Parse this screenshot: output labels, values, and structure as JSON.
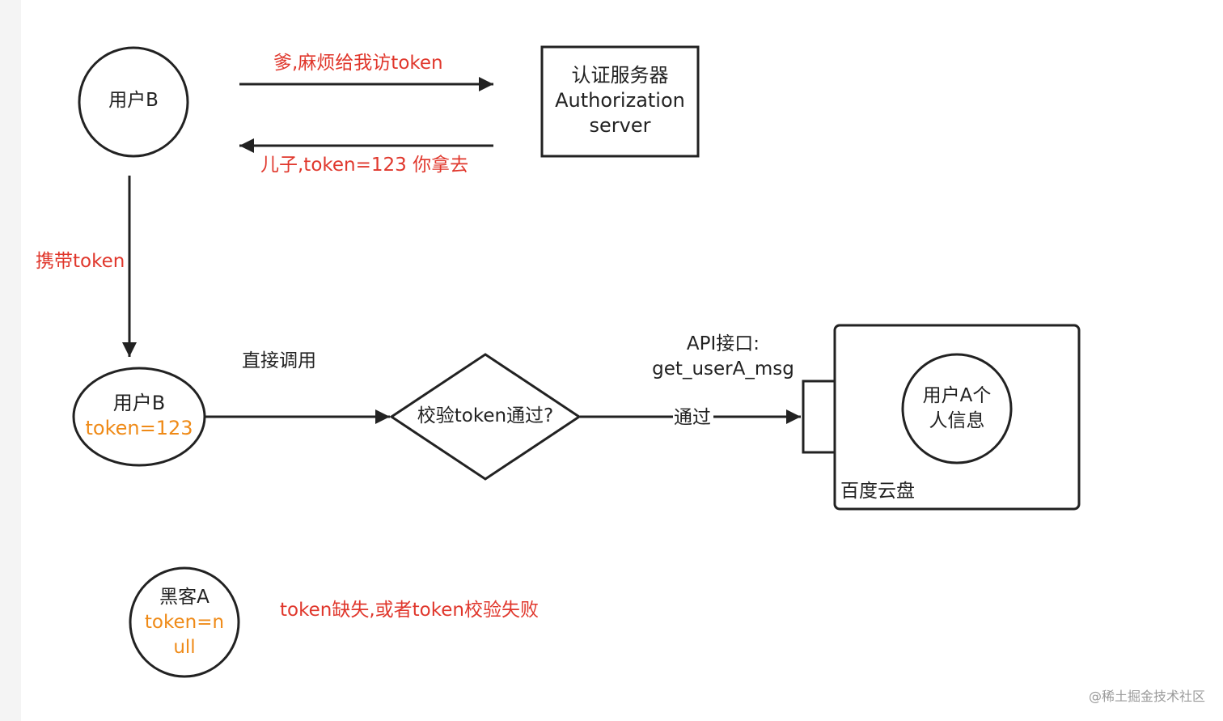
{
  "colors": {
    "stroke": "#222222",
    "red_label": "#e0372c",
    "orange_label": "#ef8a17",
    "watermark": "#9a9a9a"
  },
  "nodes": {
    "user_b_top": {
      "label": "用户B"
    },
    "auth_server": {
      "line1": "认证服务器",
      "line2": "Authorization",
      "line3": "server"
    },
    "user_b_token": {
      "line1": "用户B",
      "line2": "token=123"
    },
    "decision": {
      "label": "校验token通过?"
    },
    "cloud_disk": {
      "label": "百度云盘"
    },
    "user_a_info": {
      "line1": "用户A个",
      "line2": "人信息"
    },
    "hacker_a": {
      "line1": "黑客A",
      "line2": "token=n",
      "line3": "ull"
    }
  },
  "edges": {
    "request_token": "爹,麻烦给我访token",
    "return_token": "儿子,token=123 你拿去",
    "carry_token": "携带token",
    "direct_call": "直接调用",
    "api_line1": "API接口:",
    "api_line2": "get_userA_msg",
    "pass": "通过"
  },
  "notes": {
    "failure": "token缺失,或者token校验失败"
  },
  "watermark": "@稀土掘金技术社区"
}
